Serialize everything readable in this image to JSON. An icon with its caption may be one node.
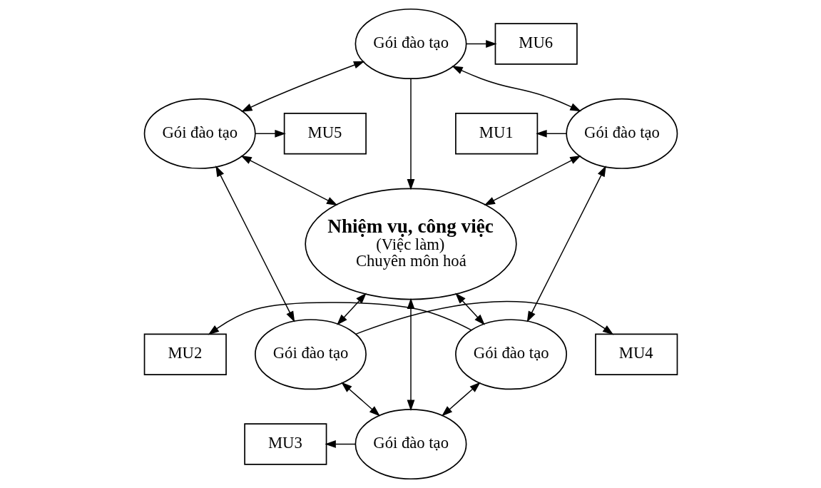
{
  "diagram": {
    "nodes": [
      {
        "text": [
          "Gói đào tạo"
        ]
      },
      {
        "text": [
          "MU6"
        ]
      },
      {
        "text": [
          "Gói đào tạo"
        ]
      },
      {
        "text": [
          "MU1"
        ]
      },
      {
        "text": [
          "Gói đào tạo"
        ]
      },
      {
        "text": [
          "MU5"
        ]
      },
      {
        "text": [
          "Nhiệm vụ, công việc",
          "(Việc làm)",
          "Chuyên môn hoá"
        ]
      },
      {
        "text": [
          "MU2"
        ]
      },
      {
        "text": [
          "Gói đào tạo"
        ]
      },
      {
        "text": [
          "Gói đào tạo"
        ]
      },
      {
        "text": [
          "MU4"
        ]
      },
      {
        "text": [
          "Gói đào tạo"
        ]
      },
      {
        "text": [
          "MU3"
        ]
      }
    ],
    "edges": [
      {
        "from": 0,
        "to": 1,
        "arrow": "to"
      },
      {
        "from": 0,
        "to": 6,
        "arrow": "to"
      },
      {
        "from": 0,
        "to": 2,
        "arrow": "both"
      },
      {
        "from": 0,
        "to": 4,
        "arrow": "both"
      },
      {
        "from": 2,
        "to": 3,
        "arrow": "to"
      },
      {
        "from": 2,
        "to": 6,
        "arrow": "both"
      },
      {
        "from": 4,
        "to": 5,
        "arrow": "to"
      },
      {
        "from": 4,
        "to": 6,
        "arrow": "both"
      },
      {
        "from": 2,
        "to": 8,
        "arrow": "both"
      },
      {
        "from": 4,
        "to": 9,
        "arrow": "both"
      },
      {
        "from": 8,
        "to": 7,
        "arrow": "to"
      },
      {
        "from": 8,
        "to": 6,
        "arrow": "both"
      },
      {
        "from": 9,
        "to": 6,
        "arrow": "both"
      },
      {
        "from": 9,
        "to": 10,
        "arrow": "to"
      },
      {
        "from": 8,
        "to": 11,
        "arrow": "both"
      },
      {
        "from": 9,
        "to": 11,
        "arrow": "both"
      },
      {
        "from": 11,
        "to": 6,
        "arrow": "both"
      },
      {
        "from": 11,
        "to": 12,
        "arrow": "to"
      }
    ]
  }
}
